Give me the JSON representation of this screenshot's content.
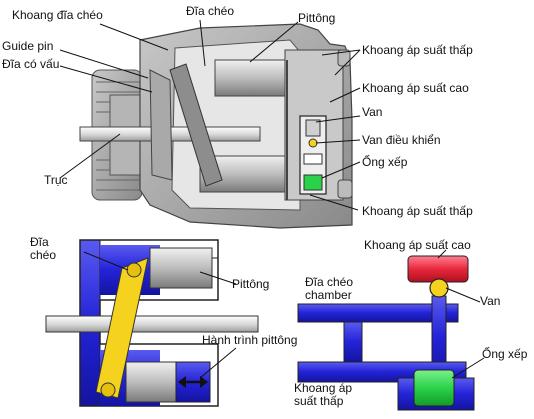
{
  "labels": {
    "khoang_dia_cheo": "Khoang đĩa chéo",
    "dia_cheo_top": "Đĩa chéo",
    "pittong_top": "Pittông",
    "guide_pin": "Guide pin",
    "dia_co_vau": "Đĩa có vấu",
    "khoang_ap_suat_thap_1": "Khoang áp suất thấp",
    "khoang_ap_suat_cao_1": "Khoang áp suất cao",
    "van_top": "Van",
    "van_dieu_khien": "Van điều khiển",
    "ong_xep_top": "Ống xếp",
    "truc": "Trục",
    "khoang_ap_suat_thap_2": "Khoang áp suất thấp",
    "dia_cheo_left": "Đĩa\nchéo",
    "pittong_left": "Pittông",
    "hanh_trinh_pittong": "Hành trình pittông",
    "khoang_ap_suat_cao_2": "Khoang áp suất cao",
    "dia_cheo_chamber": "Đĩa chéo\nchamber",
    "van_right": "Van",
    "ong_xep_right": "Ống xếp",
    "khoang_ap_suat_thap_3": "Khoang áp\nsuất thấp"
  },
  "colors": {
    "blue": "#2323d8",
    "red": "#e8283c",
    "green": "#2ad24a",
    "yellow": "#f5d21e",
    "machine_gray": "#9a9a9a"
  }
}
